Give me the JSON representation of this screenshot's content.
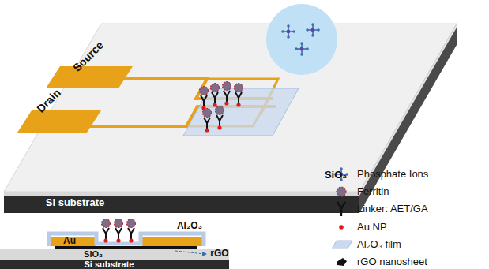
{
  "diagram": {
    "labels": [
      "Source",
      "Drain",
      "SiO₂",
      "Si substrate",
      "Au",
      "Al₂O₃",
      "SiO₂",
      "Si substrate",
      "rGO"
    ],
    "legend": [
      {
        "text": "Phosphate Ions"
      },
      {
        "text": "Ferritin"
      },
      {
        "text": "Linker: AET/GA"
      },
      {
        "text": "Au NP"
      },
      {
        "text": "Al₂O₃ film"
      },
      {
        "text": "rGO nanosheet"
      }
    ]
  }
}
